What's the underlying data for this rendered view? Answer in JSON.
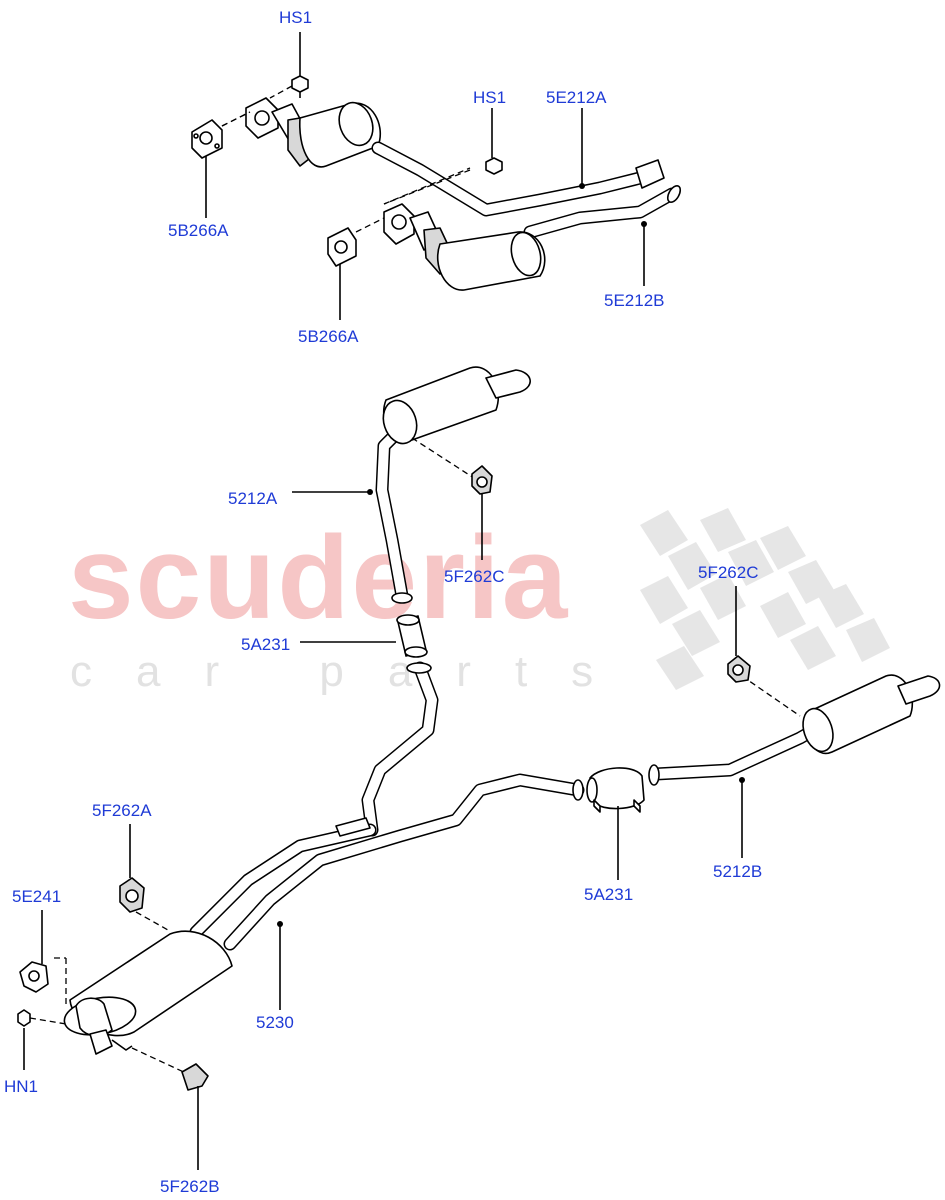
{
  "watermark": {
    "brand": "scuderia",
    "sub": "car parts"
  },
  "labels": {
    "hs1_top": "HS1",
    "hs1_mid": "HS1",
    "e212a": "5E212A",
    "b266a_top": "5B266A",
    "b266a_bottom": "5B266A",
    "e212b": "5E212B",
    "s212a": "5212A",
    "f262c_mid": "5F262C",
    "a231_left": "5A231",
    "f262c_right": "5F262C",
    "f262a": "5F262A",
    "e241": "5E241",
    "hn1": "HN1",
    "s5230": "5230",
    "a231_right": "5A231",
    "s212b": "5212B",
    "f262b": "5F262B"
  },
  "colors": {
    "label": "#1f3bd6",
    "watermark_red": "#f6c6c6",
    "watermark_grey": "#e2e2e2"
  }
}
